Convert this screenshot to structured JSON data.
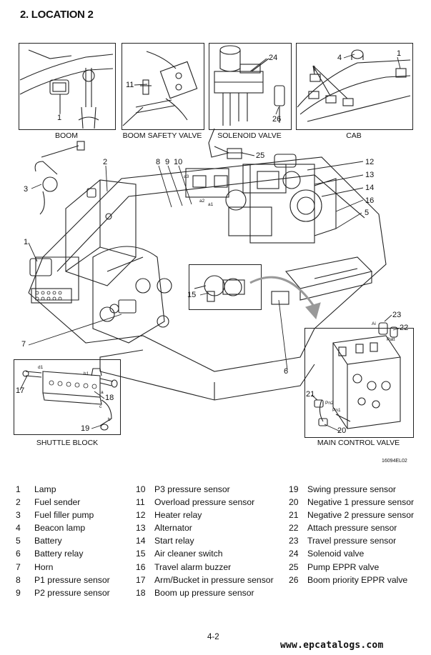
{
  "page": {
    "title": "2. LOCATION 2",
    "figure_code": "16094EL02",
    "page_number": "4-2",
    "watermark": "www.epcatalogs.com"
  },
  "panels": {
    "boom": "BOOM",
    "boom_safety_valve": "BOOM SAFETY VALVE",
    "solenoid_valve": "SOLENOID VALVE",
    "cab": "CAB",
    "shuttle_block": "SHUTTLE BLOCK",
    "main_control_valve": "MAIN CONTROL VALVE"
  },
  "callouts": {
    "c1_boom": "1",
    "c11": "11",
    "c24": "24",
    "c26": "26",
    "c4": "4",
    "c1_cab": "1",
    "c2": "2",
    "c3": "3",
    "c8": "8",
    "c9": "9",
    "c10": "10",
    "c25": "25",
    "c12": "12",
    "c13": "13",
    "c14": "14",
    "c16": "16",
    "c5": "5",
    "c1_main": "1",
    "c15": "15",
    "c7": "7",
    "c6": "6",
    "c17": "17",
    "c18": "18",
    "c19": "19",
    "c23": "23",
    "c22": "22",
    "c21": "21",
    "c20": "20"
  },
  "small_labels": {
    "a3": "a3",
    "a2": "a2",
    "a1": "a1",
    "d1": "d1",
    "h1": "h1",
    "a": "a",
    "c": "c",
    "b": "b",
    "ai": "Ai",
    "patt": "Patt",
    "pn2": "Pn2",
    "pn1": "Pn1"
  },
  "legend": [
    [
      {
        "num": "1",
        "label": "Lamp"
      },
      {
        "num": "2",
        "label": "Fuel sender"
      },
      {
        "num": "3",
        "label": "Fuel filler pump"
      },
      {
        "num": "4",
        "label": "Beacon lamp"
      },
      {
        "num": "5",
        "label": "Battery"
      },
      {
        "num": "6",
        "label": "Battery relay"
      },
      {
        "num": "7",
        "label": "Horn"
      },
      {
        "num": "8",
        "label": "P1 pressure sensor"
      },
      {
        "num": "9",
        "label": "P2 pressure sensor"
      }
    ],
    [
      {
        "num": "10",
        "label": "P3 pressure sensor"
      },
      {
        "num": "11",
        "label": "Overload pressure sensor"
      },
      {
        "num": "12",
        "label": "Heater relay"
      },
      {
        "num": "13",
        "label": "Alternator"
      },
      {
        "num": "14",
        "label": "Start relay"
      },
      {
        "num": "15",
        "label": "Air cleaner switch"
      },
      {
        "num": "16",
        "label": "Travel alarm buzzer"
      },
      {
        "num": "17",
        "label": "Arm/Bucket in pressure sensor"
      },
      {
        "num": "18",
        "label": "Boom up pressure sensor"
      }
    ],
    [
      {
        "num": "19",
        "label": "Swing pressure sensor"
      },
      {
        "num": "20",
        "label": "Negative 1 pressure sensor"
      },
      {
        "num": "21",
        "label": "Negative 2 pressure sensor"
      },
      {
        "num": "22",
        "label": "Attach pressure sensor"
      },
      {
        "num": "23",
        "label": "Travel pressure sensor"
      },
      {
        "num": "24",
        "label": "Solenoid valve"
      },
      {
        "num": "25",
        "label": "Pump EPPR valve"
      },
      {
        "num": "26",
        "label": "Boom priority EPPR valve"
      }
    ]
  ]
}
